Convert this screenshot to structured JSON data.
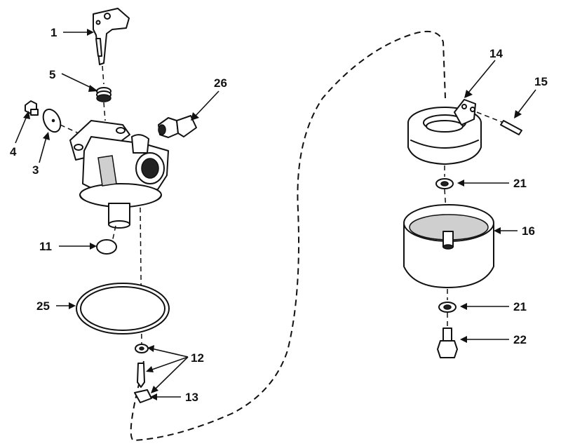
{
  "colors": {
    "ink": "#111111",
    "paper": "#ffffff",
    "shade": "#cfcfcf"
  },
  "callouts": {
    "c1": "1",
    "c5": "5",
    "c26": "26",
    "c4": "4",
    "c3": "3",
    "c11": "11",
    "c25": "25",
    "c12": "12",
    "c13": "13",
    "c14": "14",
    "c15": "15",
    "c21a": "21",
    "c16": "16",
    "c21b": "21",
    "c22": "22"
  }
}
